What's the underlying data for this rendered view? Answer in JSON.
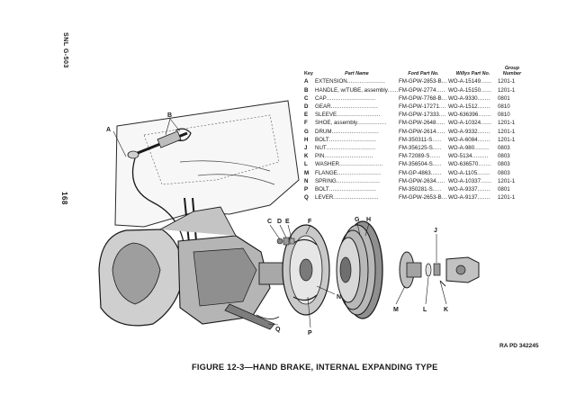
{
  "side_text": {
    "code": "SNL G-503",
    "page_number": "168"
  },
  "table": {
    "headers": {
      "key": "Key",
      "part_name": "Part Name",
      "ford": "Ford Part No.",
      "willys": "Willys Part No.",
      "group": "Group Number"
    },
    "rows": [
      {
        "key": "A",
        "name": "EXTENSION",
        "ford": "FM-GPW-2853-B",
        "willys": "WO-A-15149",
        "group": "1201-1"
      },
      {
        "key": "B",
        "name": "HANDLE, w/TUBE, assembly",
        "ford": "FM-GPW-2774",
        "willys": "WO-A-15150",
        "group": "1201-1"
      },
      {
        "key": "C",
        "name": "CAP",
        "ford": "FM-GPW-7768-B",
        "willys": "WO-A-9330",
        "group": "0801"
      },
      {
        "key": "D",
        "name": "GEAR",
        "ford": "FM-GPW-17271",
        "willys": "WO-A-1512",
        "group": "0810"
      },
      {
        "key": "E",
        "name": "SLEEVE",
        "ford": "FM-GPW-17333",
        "willys": "WO-636396",
        "group": "0810"
      },
      {
        "key": "F",
        "name": "SHOE, assembly",
        "ford": "FM-GPW-2648",
        "willys": "WO-A-10324",
        "group": "1201-1"
      },
      {
        "key": "G",
        "name": "DRUM",
        "ford": "FM-GPW-2614",
        "willys": "WO-A-9332",
        "group": "1201-1"
      },
      {
        "key": "H",
        "name": "BOLT",
        "ford": "FM-350311-S",
        "willys": "WO-A-6084",
        "group": "1201-1"
      },
      {
        "key": "J",
        "name": "NUT",
        "ford": "FM-356125-S",
        "willys": "WO-A-980",
        "group": "0803"
      },
      {
        "key": "K",
        "name": "PIN",
        "ford": "FM-72089-S",
        "willys": "WO-5134",
        "group": "0803"
      },
      {
        "key": "L",
        "name": "WASHER",
        "ford": "FM-356504-S",
        "willys": "WO-636570",
        "group": "0803"
      },
      {
        "key": "M",
        "name": "FLANGE",
        "ford": "FM-GP-4863",
        "willys": "WO-A-1105",
        "group": "0803"
      },
      {
        "key": "N",
        "name": "SPRING",
        "ford": "FM-GPW-2634",
        "willys": "WO-A-10337",
        "group": "1201-1"
      },
      {
        "key": "P",
        "name": "BOLT",
        "ford": "FM-350281-S",
        "willys": "WO-A-9337",
        "group": "0801"
      },
      {
        "key": "Q",
        "name": "LEVER",
        "ford": "FM-GPW-2653-B",
        "willys": "WO-A-9137",
        "group": "1201-1"
      }
    ]
  },
  "callouts": {
    "A": "A",
    "B": "B",
    "C": "C",
    "D": "D",
    "E": "E",
    "F": "F",
    "G": "G",
    "H": "H",
    "J": "J",
    "K": "K",
    "L": "L",
    "M": "M",
    "N": "N",
    "P": "P",
    "Q": "Q"
  },
  "reference": "RA PD 342245",
  "caption": "FIGURE 12-3—HAND BRAKE, INTERNAL EXPANDING TYPE"
}
